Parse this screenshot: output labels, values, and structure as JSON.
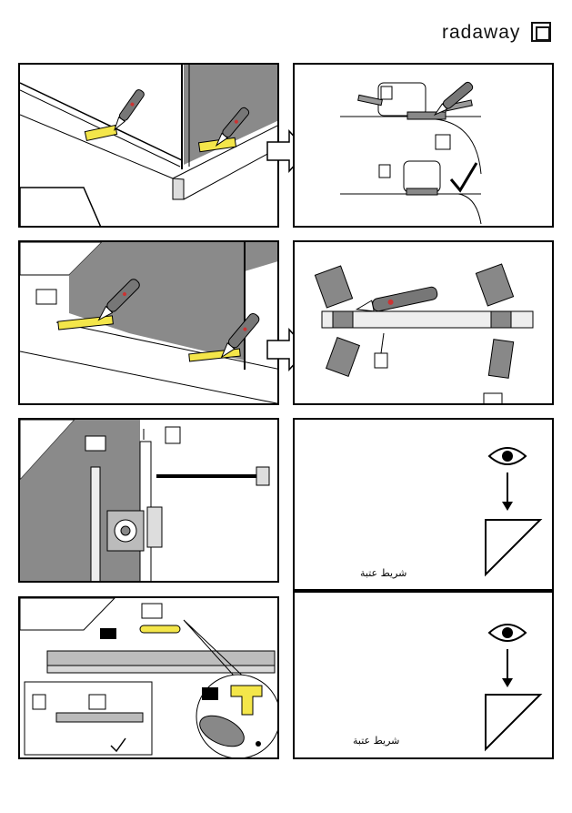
{
  "brand": {
    "name": "radaway"
  },
  "panels": {
    "p6_note": "شريط عتبة",
    "p8_note": "شريط عتبة"
  }
}
